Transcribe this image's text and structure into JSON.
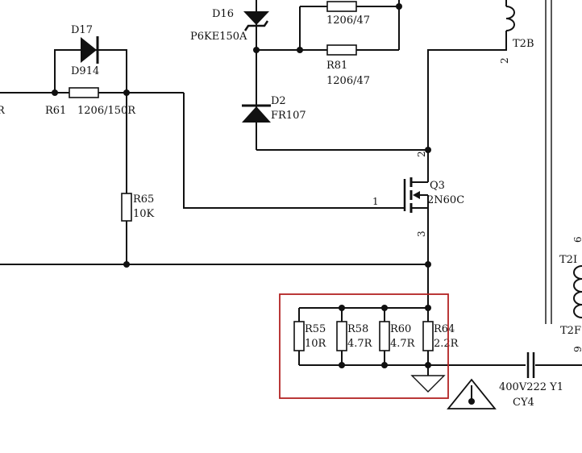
{
  "components": {
    "d16": {
      "ref": "D16",
      "value": "P6KE150A"
    },
    "d17": {
      "ref": "D17",
      "value": "D914"
    },
    "d2": {
      "ref": "D2",
      "value": "FR107"
    },
    "r_top": {
      "value": "1206/47"
    },
    "r81": {
      "ref": "R81",
      "value": "1206/47"
    },
    "r61": {
      "ref": "R61",
      "value": "1206/150R"
    },
    "r65": {
      "ref": "R65",
      "value": "10K"
    },
    "q3": {
      "ref": "Q3",
      "value": "2N60C"
    },
    "t2b": {
      "ref": "T2B"
    },
    "t2": {
      "ref_top": "T2I",
      "ref_bottom": "T2F"
    },
    "r55": {
      "ref": "R55",
      "value": "10R"
    },
    "r58": {
      "ref": "R58",
      "value": "4.7R"
    },
    "r60": {
      "ref": "R60",
      "value": "4.7R"
    },
    "r64": {
      "ref": "R64",
      "value": "2.2R"
    },
    "cy4": {
      "ref": "CY4",
      "value": "400V222 Y1"
    }
  },
  "left_edge_fragment": "R",
  "pins": {
    "q3_gate": "1",
    "q3_drain": "2",
    "q3_source": "3",
    "t2b_pin": "2",
    "t2_pin_top": "6",
    "t2_pin_bottom": "9"
  },
  "highlight": {
    "color": "#b22222"
  }
}
